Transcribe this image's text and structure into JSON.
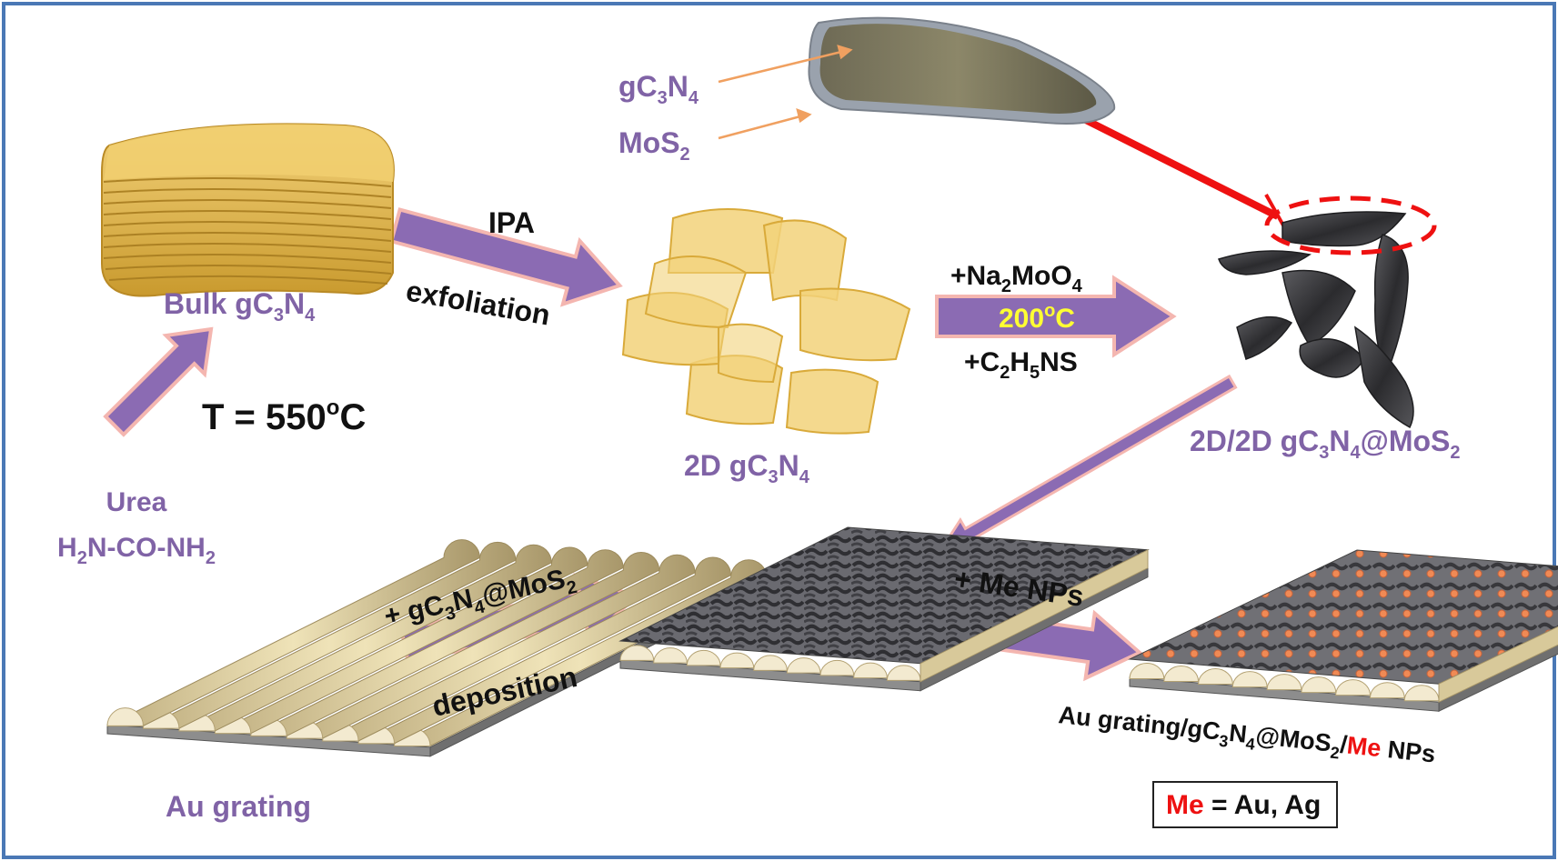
{
  "frame_color": "#4a78b5",
  "colors": {
    "label": "#8063a6",
    "arrow": "#8b6bb3",
    "arrow_border": "#f4b6b0",
    "highlight": "#ee1111",
    "gold": "#e2b84a",
    "dark_sheet": "#3a3a3c",
    "nanoparticle": "#f08a55"
  },
  "labels": {
    "urea": {
      "name": "Urea",
      "formula": [
        "H",
        "2",
        "N-CO-NH",
        "2"
      ]
    },
    "temp": {
      "prefix": "T = 550",
      "sup": "o",
      "suffix": "C"
    },
    "bulk": {
      "text": "Bulk gC",
      "sub1": "3",
      "mid": "N",
      "sub2": "4"
    },
    "ipa": "IPA",
    "exfoliation": "exfoliation",
    "twod": {
      "text": "2D gC",
      "sub1": "3",
      "mid": "N",
      "sub2": "4"
    },
    "na2moo4": {
      "a": "+Na",
      "s1": "2",
      "b": "MoO",
      "s2": "4"
    },
    "temp200": {
      "num": "200",
      "sup": "o",
      "unit": "C"
    },
    "c2h5ns": {
      "a": "+C",
      "s1": "2",
      "b": "H",
      "s2": "5",
      "c": "NS"
    },
    "composite": {
      "a": "2D/2D gC",
      "s1": "3",
      "b": "N",
      "s2": "4",
      "c": "@MoS",
      "s3": "2"
    },
    "zoom_gc3n4": {
      "a": "gC",
      "s1": "3",
      "b": "N",
      "s2": "4"
    },
    "zoom_mos2": {
      "a": "MoS",
      "s1": "2"
    },
    "au_grating": "Au grating",
    "deposit_reagent": {
      "a": "+ gC",
      "s1": "3",
      "b": "N",
      "s2": "4",
      "c": "@MoS",
      "s3": "2"
    },
    "deposition": "deposition",
    "me_nps": "+ Me NPs",
    "final": {
      "a": "Au grating/gC",
      "s1": "3",
      "b": "N",
      "s2": "4",
      "c": "@MoS",
      "s3": "2",
      "d": "/",
      "me": "Me",
      "e": " NPs"
    },
    "legend": {
      "me": "Me",
      "rest": " = Au, Ag"
    }
  }
}
